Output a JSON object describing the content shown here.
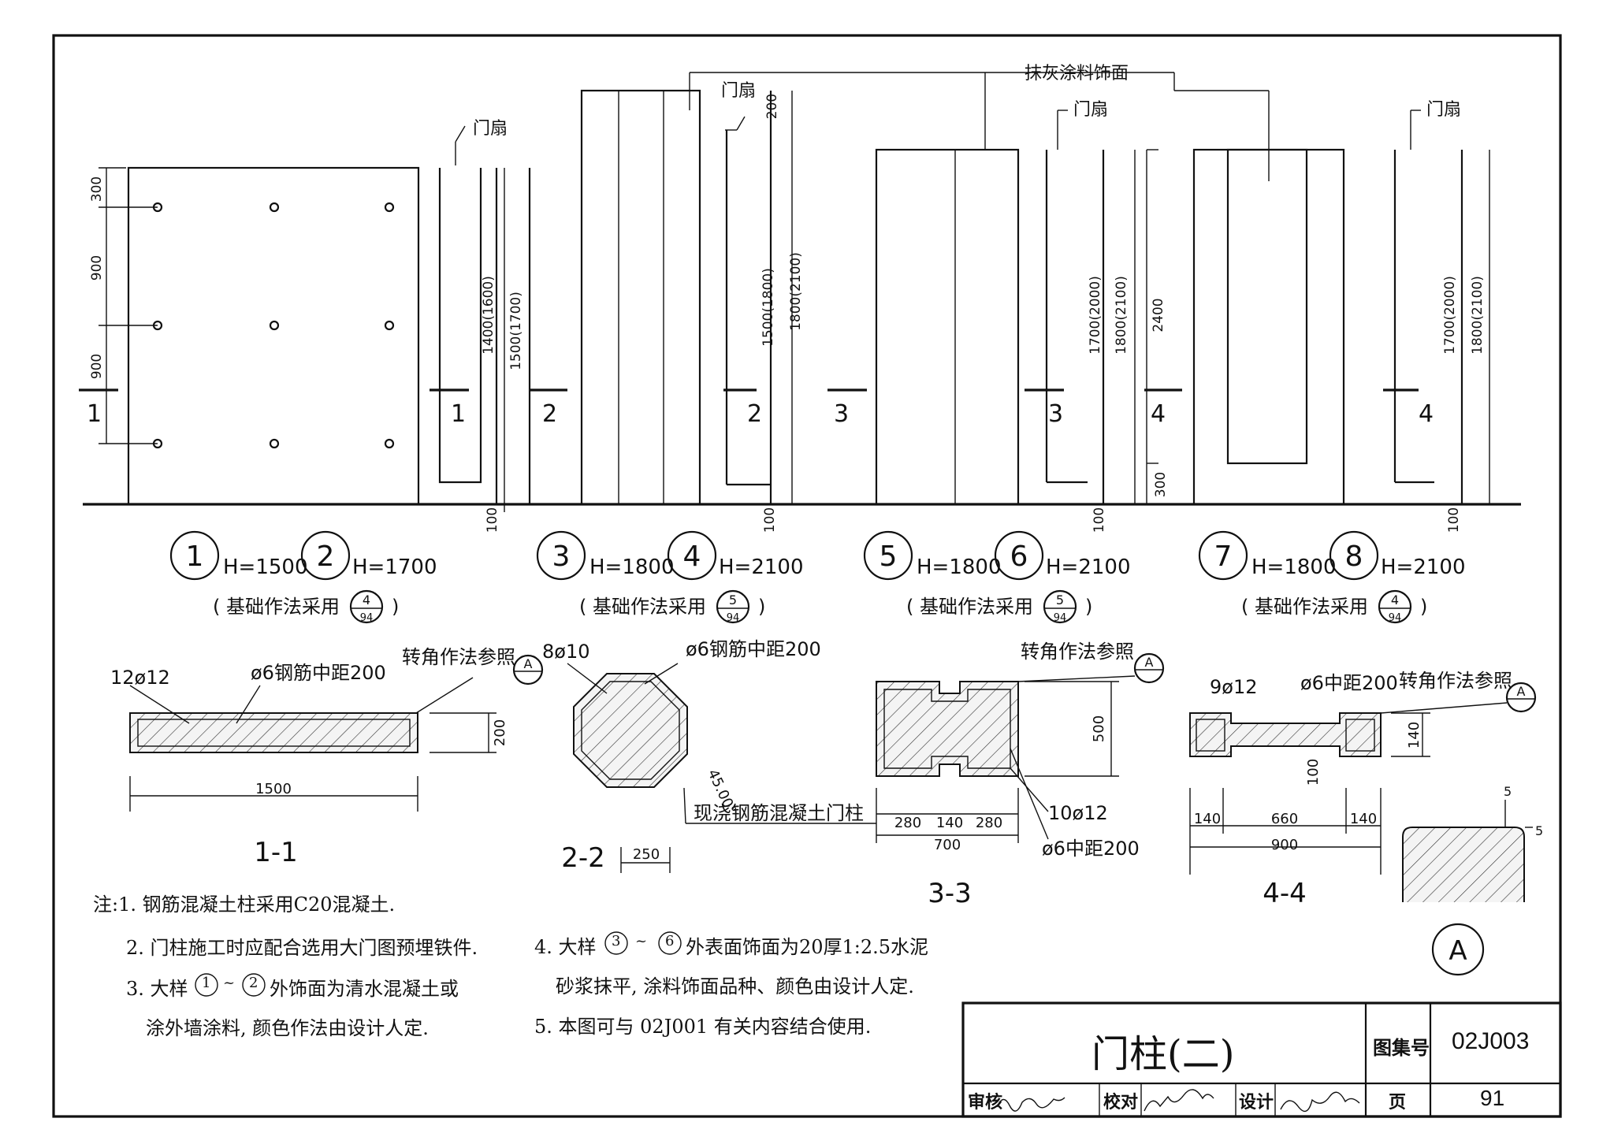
{
  "elevations": {
    "labels_dim": [
      "300",
      "900",
      "900",
      "100",
      "1400(1600)",
      "1500(1700)",
      "200",
      "1500(1800)",
      "1800(2100)",
      "100",
      "1700(2000)",
      "1800(2100)",
      "2400",
      "300",
      "100",
      "1700(2000)",
      "1800(2100)",
      "100"
    ],
    "door_leaf": "门扇",
    "finish": "抹灰涂料饰面",
    "section_marks": [
      "1",
      "1",
      "2",
      "2",
      "3",
      "3",
      "4",
      "4"
    ]
  },
  "details": [
    {
      "num": "1",
      "h": "H=1500",
      "num2": "2",
      "h2": "H=1700",
      "found": "( 基础作法采用",
      "ref_top": "4",
      "ref_bot": "94",
      "close": ")"
    },
    {
      "num": "3",
      "h": "H=1800",
      "num2": "4",
      "h2": "H=2100",
      "found": "( 基础作法采用",
      "ref_top": "5",
      "ref_bot": "94",
      "close": ")"
    },
    {
      "num": "5",
      "h": "H=1800",
      "num2": "6",
      "h2": "H=2100",
      "found": "( 基础作法采用",
      "ref_top": "5",
      "ref_bot": "94",
      "close": ")"
    },
    {
      "num": "7",
      "h": "H=1800",
      "num2": "8",
      "h2": "H=2100",
      "found": "( 基础作法采用",
      "ref_top": "4",
      "ref_bot": "94",
      "close": ")"
    }
  ],
  "sections": {
    "s1": {
      "rebar": "12ø12",
      "stirrup": "ø6钢筋中距200",
      "corner": "转角作法参照",
      "corner_ref": "A",
      "dim_h": "200",
      "dim_w": "1500",
      "label": "1-1"
    },
    "s2": {
      "rebar": "8ø10",
      "stirrup": "ø6钢筋中距200",
      "angle": "45.00°",
      "dim": "250",
      "callout": "现浇钢筋混凝土门柱",
      "label": "2-2"
    },
    "s3": {
      "corner": "转角作法参照",
      "corner_ref": "A",
      "dim_h": "500",
      "dims": [
        "280",
        "140",
        "280"
      ],
      "total": "700",
      "rebar": "10ø12",
      "stirrup": "ø6中距200",
      "label": "3-3"
    },
    "s4": {
      "rebar": "9ø12",
      "stirrup": "ø6中距200",
      "corner": "转角作法参照",
      "corner_ref": "A",
      "dim_h": "140",
      "dim_web": "100",
      "dims": [
        "140",
        "660",
        "140"
      ],
      "total": "900",
      "label": "4-4"
    },
    "detailA": {
      "dim1": "5",
      "dim2": "5",
      "label": "A"
    }
  },
  "notes": {
    "n1": "注:1. 钢筋混凝土柱采用C20混凝土.",
    "n2": "2. 门柱施工时应配合选用大门图预埋铁件.",
    "n3a": "3. 大样",
    "n3b": "外饰面为清水混凝土或",
    "n3c": "涂外墙涂料, 颜色作法由设计人定.",
    "n4a": "4. 大样",
    "n4b": "外表面饰面为20厚1:2.5水泥",
    "n4c": "砂浆抹平, 涂料饰面品种、颜色由设计人定.",
    "n5": "5. 本图可与 02J001 有关内容结合使用.",
    "c1": "1",
    "c2": "2",
    "c3": "3",
    "c6": "6",
    "tilde": "~"
  },
  "titleblock": {
    "title": "门柱(二)",
    "atlas_label": "图集号",
    "atlas_no": "02J003",
    "review": "审核",
    "check": "校对",
    "design": "设计",
    "page_label": "页",
    "page_no": "91"
  }
}
